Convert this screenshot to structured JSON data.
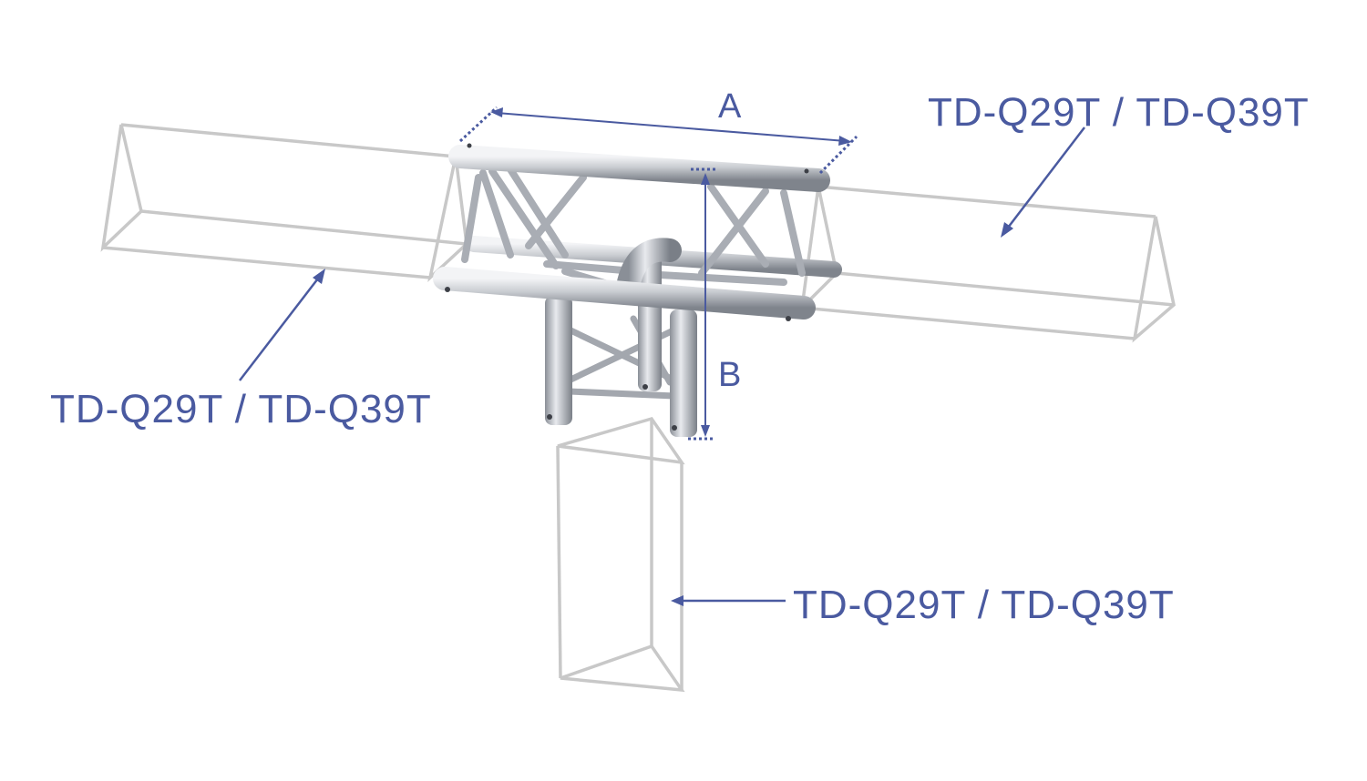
{
  "labels": {
    "dim_a": "A",
    "dim_b": "B",
    "top_right": "TD-Q29T / TD-Q39T",
    "left": "TD-Q29T / TD-Q39T",
    "bottom": "TD-Q29T / TD-Q39T"
  },
  "colors": {
    "annotation": "#4a5aa0",
    "ghost_outline": "#c8c8c8",
    "tube_light": "#e9ebef",
    "tube_mid": "#b9bdc4",
    "tube_dark": "#7d828a"
  }
}
